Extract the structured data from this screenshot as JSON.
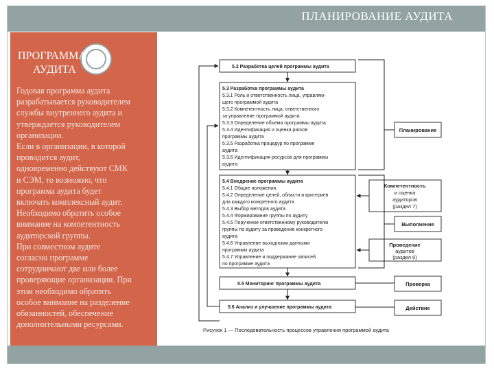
{
  "slide": {
    "title": "ПЛАНИРОВАНИЕ АУДИТА"
  },
  "sidebar": {
    "heading_line1": "ПРОГРАММА",
    "heading_line2": "АУДИТА",
    "body_lines": [
      "Годовая программа аудита",
      "разрабатывается руководителем",
      "службы внутреннего аудита и",
      "утверждается руководителем",
      "организации.",
      "Если в организации, в которой",
      "проводится аудит,",
      "одновременно действуют СМК",
      "и СЭМ, то возможно, что",
      "программа аудита будет",
      "включать комплексный аудит.",
      "Необходимо обратить особое",
      "внимание на компетентность",
      "аудиторской группы.",
      "При совместном аудите",
      "согласно программе",
      "сотрудничают две или более",
      "проверяющие организации. При",
      "этом необходимо обратить",
      "особое внимание на разделение",
      "обязанностей, обеспечение",
      "дополнительными ресурсами."
    ]
  },
  "diagram": {
    "box_52": "5.2 Разработка целей программы аудита",
    "box_53": {
      "title": "5.3 Разработка программы аудита",
      "lines": [
        "5.3.1 Роль и ответственность лица, управляю-",
        "щего программой аудита",
        "5.3.2 Компетентность лица, ответственного",
        "за управление программой аудита",
        "5.3.3 Определение объема программы аудита",
        "5.3.4 Идентификация и оценка рисков",
        "программы аудита",
        "5.3.5 Разработка процедур по программе",
        "аудита",
        "5.3.6 Идентификация ресурсов для программы",
        "аудита"
      ]
    },
    "box_54": {
      "title": "5.4 Внедрение программы аудита",
      "lines": [
        "5.4.1 Общие положения",
        "5.4.2 Определение целей, области и критериев",
        "для каждого конкретного аудита",
        "5.4.3 Выбор методов аудита",
        "5.4.4 Формирование группы по аудиту",
        "5.4.5 Поручение ответственному руководителю",
        "группы по аудиту за проведение конкретного",
        "аудита",
        "5.4.6 Управление выходными данными",
        "программы аудита",
        "5.4.7 Управление и поддержание записей",
        "по программе аудита"
      ]
    },
    "box_55": "5.5 Мониторинг программы аудита",
    "box_56": "5.6 Анализ и улучшение программы аудита",
    "label_plan": "Планирование",
    "label_comp": [
      "Компетентность",
      "и оценка",
      "аудиторов",
      "(раздел 7)"
    ],
    "label_exec": "Выполнение",
    "label_audit": [
      "Проведение",
      "аудитов",
      "(раздел 6)"
    ],
    "label_check": "Проверка",
    "label_act": "Действие",
    "caption": "Рисунок 1 — Последовательность процессов управления программой аудита"
  }
}
